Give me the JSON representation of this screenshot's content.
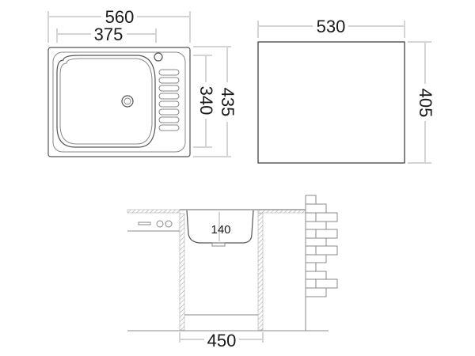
{
  "top_view": {
    "overall_width": "560",
    "bowl_width": "375",
    "bowl_depth": "340",
    "overall_depth": "435"
  },
  "cutout": {
    "width": "530",
    "depth": "405"
  },
  "section": {
    "bowl_height": "140",
    "cabinet_width": "450"
  }
}
